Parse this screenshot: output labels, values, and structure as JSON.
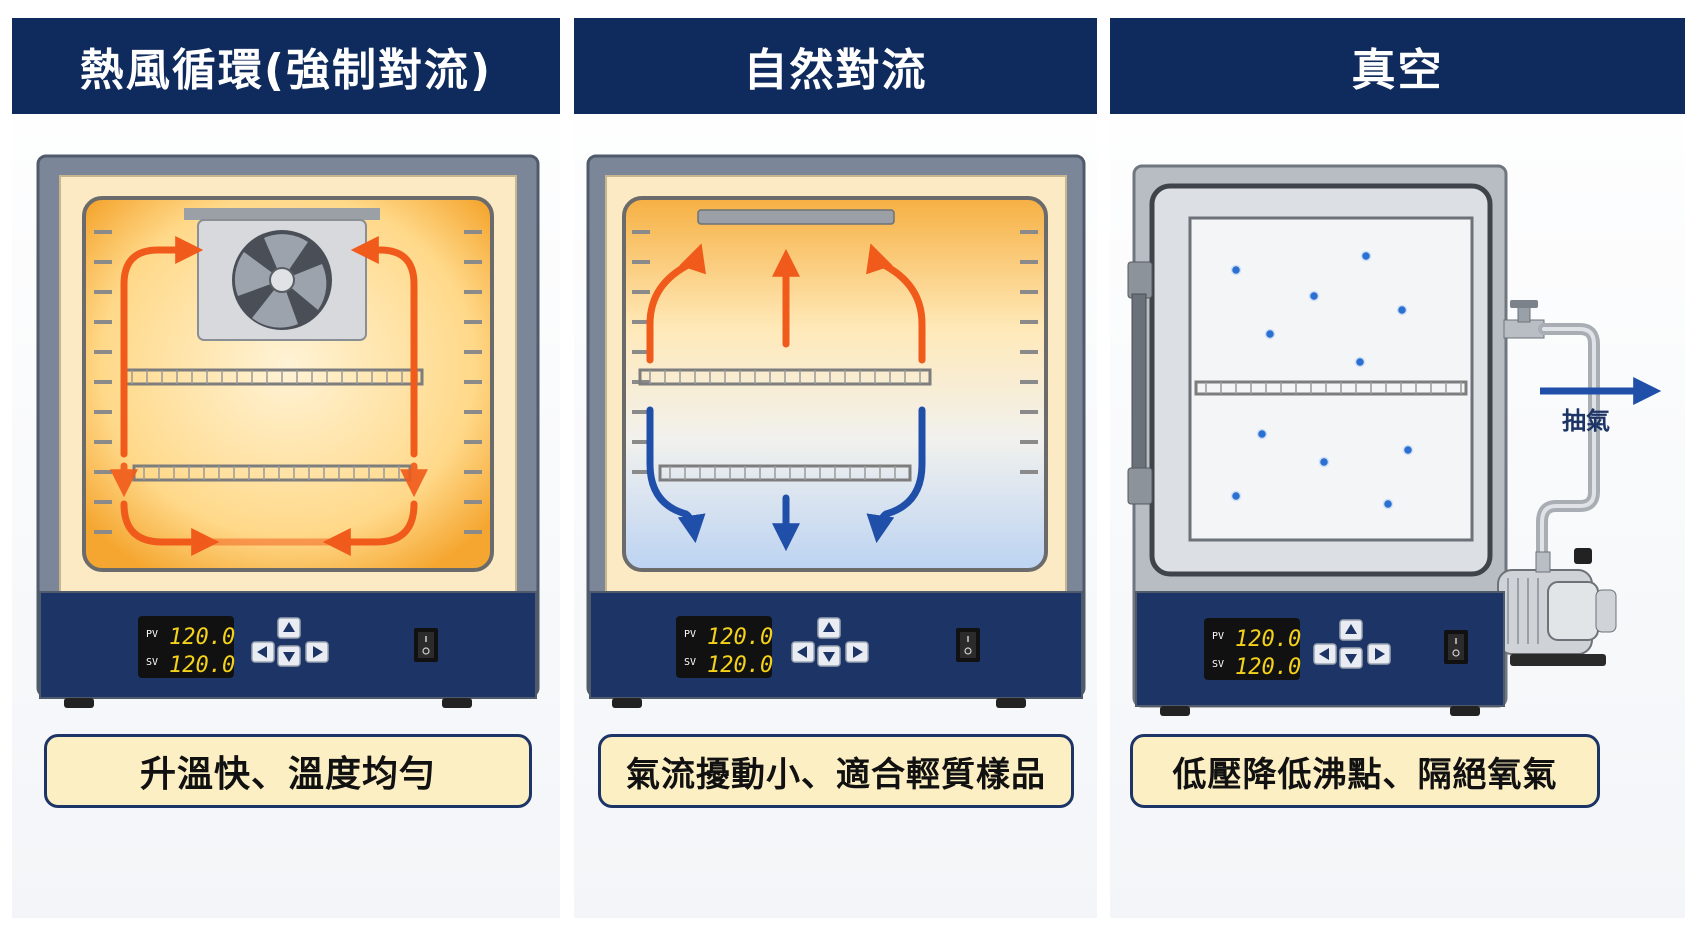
{
  "colors": {
    "header_bg": "#0f2a5c",
    "caption_bg": "#fcefc4",
    "caption_border": "#1d3566",
    "hot_arrow": "#f05a1a",
    "cold_arrow": "#1f4fa8",
    "display_digits": "#f5d21a"
  },
  "panels": [
    {
      "title": "熱風循環(強制對流)",
      "caption": "升溫快、溫度均勻",
      "controller": {
        "pv_label": "PV",
        "pv_value": "120.0",
        "sv_label": "SV",
        "sv_value": "120.0"
      },
      "icons": [
        "fan-icon",
        "up-arrow-icon",
        "down-arrow-icon",
        "left-arrow-icon",
        "right-arrow-icon",
        "power-switch-icon"
      ]
    },
    {
      "title": "自然對流",
      "caption": "氣流擾動小、適合輕質樣品",
      "controller": {
        "pv_label": "PV",
        "pv_value": "120.0",
        "sv_label": "SV",
        "sv_value": "120.0"
      },
      "icons": [
        "heater-vent-icon",
        "up-arrow-icon",
        "down-arrow-icon",
        "left-arrow-icon",
        "right-arrow-icon",
        "power-switch-icon"
      ]
    },
    {
      "title": "真空",
      "caption": "低壓降低沸點、隔絕氧氣",
      "controller": {
        "pv_label": "PV",
        "pv_value": "120.0",
        "sv_label": "SV",
        "sv_value": "120.0"
      },
      "exhaust_label": "抽氣",
      "icons": [
        "valve-icon",
        "vacuum-pump-icon",
        "up-arrow-icon",
        "down-arrow-icon",
        "left-arrow-icon",
        "right-arrow-icon",
        "power-switch-icon"
      ]
    }
  ]
}
